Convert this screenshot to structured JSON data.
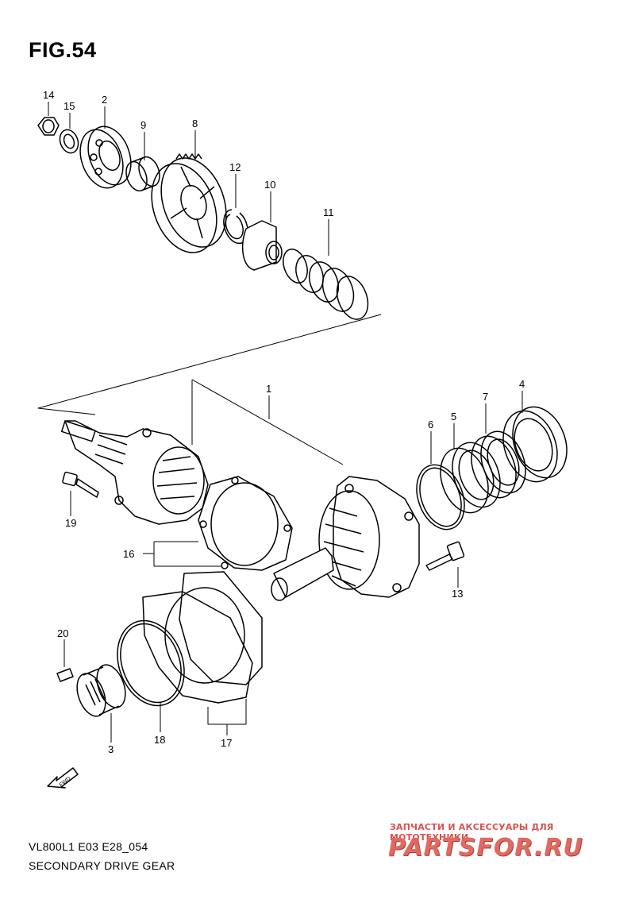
{
  "figure": {
    "title": "FIG.54",
    "model_code": "VL800L1 E03 E28_054",
    "name": "SECONDARY DRIVE GEAR"
  },
  "callouts": {
    "n1": "1",
    "n2": "2",
    "n3": "3",
    "n4": "4",
    "n5": "5",
    "n6": "6",
    "n7": "7",
    "n8": "8",
    "n9": "9",
    "n10": "10",
    "n11": "11",
    "n12": "12",
    "n13": "13",
    "n14": "14",
    "n15": "15",
    "n16": "16",
    "n17": "17",
    "n18": "18",
    "n19": "19",
    "n20": "20"
  },
  "fwd_label": "FWD",
  "watermark": {
    "tagline": "ЗАПЧАСТИ И АКСЕССУАРЫ ДЛЯ МОТОТЕХНИКИ",
    "brand": "PARTSFOR.RU"
  },
  "colors": {
    "line": "#000000",
    "watermark": "#e06a62"
  }
}
